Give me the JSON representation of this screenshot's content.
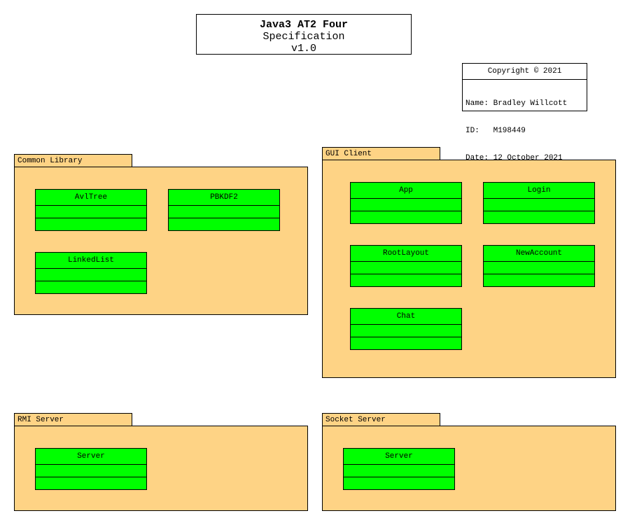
{
  "header": {
    "title": "Java3 AT2 Four",
    "subtitle": "Specification",
    "version": "v1.0"
  },
  "info": {
    "heading": "Copyright © 2021",
    "name_line": "Name: Bradley Willcott",
    "id_line": "ID:   M198449",
    "date_line": "Date: 12 October 2021"
  },
  "packages": {
    "common": {
      "name": "Common Library",
      "classes": [
        "AvlTree",
        "PBKDF2",
        "LinkedList"
      ]
    },
    "gui": {
      "name": "GUI Client",
      "classes": [
        "App",
        "Login",
        "RootLayout",
        "NewAccount",
        "Chat"
      ]
    },
    "rmi": {
      "name": "RMI Server",
      "classes": [
        "Server"
      ]
    },
    "socket": {
      "name": "Socket Server",
      "classes": [
        "Server"
      ]
    }
  },
  "colors": {
    "package_fill": "#fed385",
    "class_fill": "#00ff00",
    "border": "#000000"
  }
}
